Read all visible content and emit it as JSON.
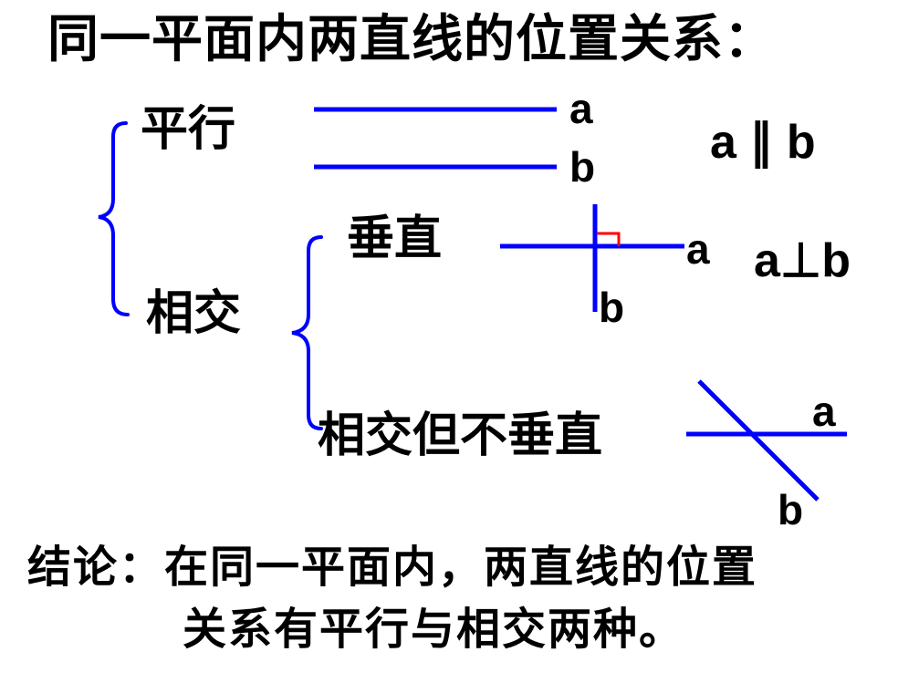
{
  "title": "同一平面内两直线的位置关系：",
  "categories": {
    "parallel": "平行",
    "intersect": "相交",
    "perpendicular": "垂直",
    "intersect_not_perpendicular": "相交但不垂直"
  },
  "line_labels": {
    "parallel_a": "a",
    "parallel_b": "b",
    "perp_a": "a",
    "perp_b": "b",
    "oblique_a": "a",
    "oblique_b": "b"
  },
  "relations": {
    "parallel": "a ∥ b",
    "perpendicular": "a⊥b"
  },
  "conclusion": {
    "line1": "结论：在同一平面内，两直线的位置",
    "line2": "关系有平行与相交两种。"
  },
  "colors": {
    "line": "#0000ff",
    "right_angle_mark": "#ff0000",
    "text": "#000000"
  }
}
